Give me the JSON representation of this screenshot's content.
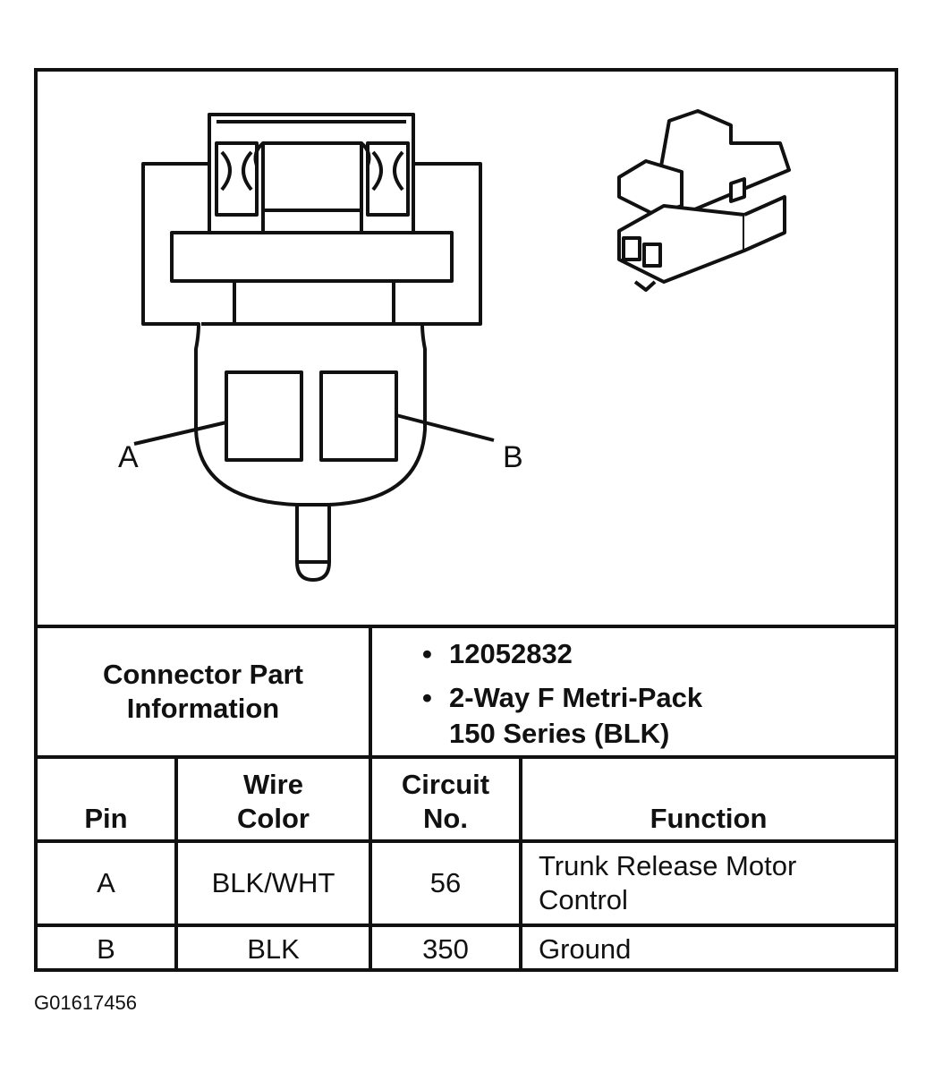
{
  "labels": {
    "pin_a": "A",
    "pin_b": "B"
  },
  "connector_info": {
    "label_line1": "Connector Part",
    "label_line2": "Information",
    "bullet": "•",
    "part_number": "12052832",
    "description_line1": "2-Way F Metri-Pack",
    "description_line2": "150 Series (BLK)"
  },
  "table": {
    "headers": {
      "pin": "Pin",
      "wire_color_1": "Wire",
      "wire_color_2": "Color",
      "circuit_1": "Circuit",
      "circuit_2": "No.",
      "function": "Function"
    },
    "rows": [
      {
        "pin": "A",
        "wire_color": "BLK/WHT",
        "circuit": "56",
        "function_line1": "Trunk Release Motor",
        "function_line2": "Control"
      },
      {
        "pin": "B",
        "wire_color": "BLK",
        "circuit": "350",
        "function_line1": "Ground",
        "function_line2": ""
      }
    ]
  },
  "figure_id": "G01617456"
}
